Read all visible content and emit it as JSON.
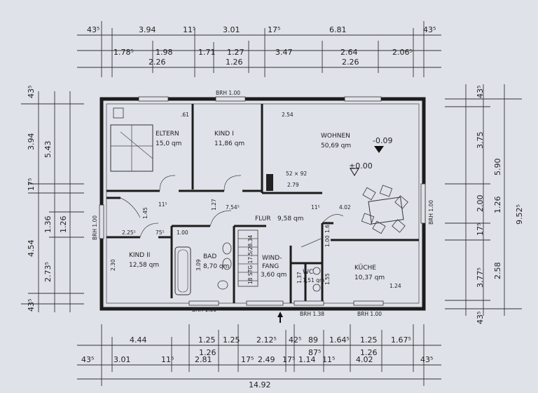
{
  "colors": {
    "paper": "#dfe2e9",
    "ink": "#222222"
  },
  "rooms": {
    "eltern": {
      "name": "ELTERN",
      "area": "15,0 qm"
    },
    "kind1": {
      "name": "KIND I",
      "area": "11,86 qm"
    },
    "wohnen": {
      "name": "WOHNEN",
      "area": "50,69 qm"
    },
    "kind2": {
      "name": "KIND II",
      "area": "12,58 qm"
    },
    "bad": {
      "name": "BAD",
      "area": "8,70 qm"
    },
    "windfang": {
      "name1": "WIND-",
      "name2": "FANG",
      "area": "3,60 qm"
    },
    "wc": {
      "name": "WC",
      "area": "1,51 qm"
    },
    "kueche": {
      "name": "KÜCHE",
      "area": "10,37 qm"
    },
    "flur": {
      "name": "FLUR",
      "area": "9,58 qm"
    }
  },
  "levels": {
    "wohnen_top": "-0.09",
    "wohnen_mid": "±0.00"
  },
  "brh": {
    "top": "BRH 1.00",
    "left": "BRH 1.00",
    "right": "BRH 1.00",
    "bottom_left": "BRH 1.00",
    "bottom_mid": "BRH 1.38",
    "bottom_right": "BRH 1.00"
  },
  "stairs": {
    "label": "18 STG 17.5/28.34"
  },
  "top_dims": {
    "row1": [
      "43⁵",
      "3.94",
      "11⁵",
      "3.01",
      "17⁵",
      "6.81",
      "43⁵"
    ],
    "row2": [
      "1.78⁵",
      "1.98",
      "1.71",
      "1.27",
      "3.47",
      "2.64",
      "2.06⁵"
    ],
    "row3": [
      "2.26",
      "1.26",
      "2.26"
    ]
  },
  "bottom_dims": {
    "row1": [
      "4.44",
      "1.25",
      "1.25",
      "2.12⁵",
      "42⁵",
      "89",
      "1.64⁵",
      "1.25",
      "1.67⁵"
    ],
    "row2": [
      "1.26",
      "87⁵",
      "1.26"
    ],
    "row3": [
      "43⁵",
      "3.01",
      "11⁵",
      "2.81",
      "17⁵",
      "2.49",
      "17⁵",
      "1.14",
      "11⁵",
      "4.02",
      "43⁵"
    ],
    "total": "14.92"
  },
  "left_dims": {
    "col1": [
      "43⁵",
      "3.94",
      "17⁵",
      "4.54",
      "43⁵"
    ],
    "col2": [
      "5.43",
      "1.36",
      "2.73⁵"
    ],
    "col3": [
      "1.26"
    ]
  },
  "right_dims": {
    "col1": [
      "43⁵",
      "3.75",
      "2.00",
      "17⁵",
      "3.77⁵",
      "43⁵"
    ],
    "col2": [
      "5.90",
      "1.26",
      "2.58"
    ],
    "total": "9.52⁵"
  },
  "interior_dims": [
    "2.54",
    "52 × 92",
    "2.79",
    "4.02",
    ".61",
    "7.54⁵",
    "11⁵",
    "1.27",
    "1.45",
    "2.25⁵",
    "75⁵",
    "1.00",
    "2.30",
    "3.09",
    "1.55",
    "1.24",
    "1.37",
    "1.62",
    "1.00",
    "11⁵"
  ]
}
